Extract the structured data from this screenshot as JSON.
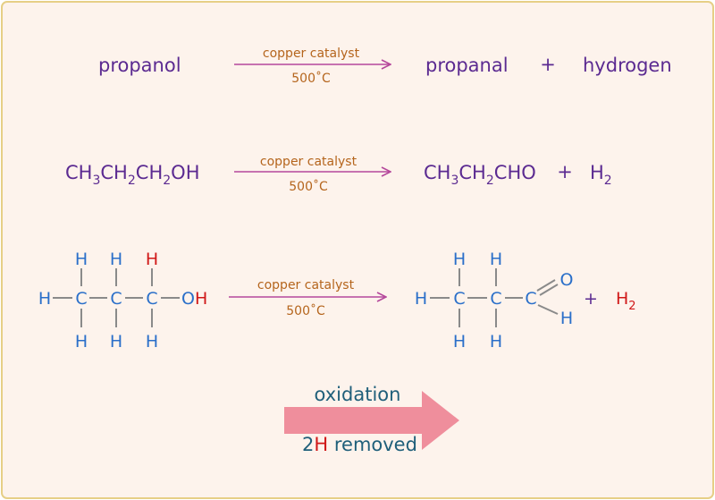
{
  "colors": {
    "background": "#fdf3ec",
    "border": "#e6cf86",
    "formula_text": "#5b2a91",
    "condition_text": "#b5651d",
    "reaction_arrow": "#b5489b",
    "atom_blue": "#2a6fc9",
    "atom_red": "#d01818",
    "bond_grey": "#8a8a8a",
    "big_arrow": "#ef8e9c",
    "oxidation_text": "#1f5f7a"
  },
  "word_equation": {
    "reactant": "propanol",
    "condition_top": "copper catalyst",
    "condition_bottom": "500˚C",
    "product_1": "propanal",
    "plus": "+",
    "product_2": "hydrogen"
  },
  "formula_equation": {
    "reactant": {
      "parts": [
        "CH",
        "3",
        "CH",
        "2",
        "CH",
        "2",
        "OH"
      ]
    },
    "condition_top": "copper catalyst",
    "condition_bottom": "500˚C",
    "product_1": {
      "parts": [
        "CH",
        "3",
        "CH",
        "2",
        "CHO"
      ]
    },
    "plus": "+",
    "product_2": {
      "symbol": "H",
      "subscript": "2"
    }
  },
  "structural_equation": {
    "atoms": {
      "carbon": "C",
      "hydrogen": "H",
      "oxygen": "O"
    },
    "reactant_hydroxyl": {
      "o": "O",
      "h": "H"
    },
    "condition_top": "copper catalyst",
    "condition_bottom": "500˚C",
    "plus": "+",
    "product_2": {
      "symbol": "H",
      "subscript": "2"
    }
  },
  "oxidation_note": {
    "label": "oxidation",
    "removed_count": "2",
    "removed_atom": "H",
    "removed_text": " removed"
  }
}
